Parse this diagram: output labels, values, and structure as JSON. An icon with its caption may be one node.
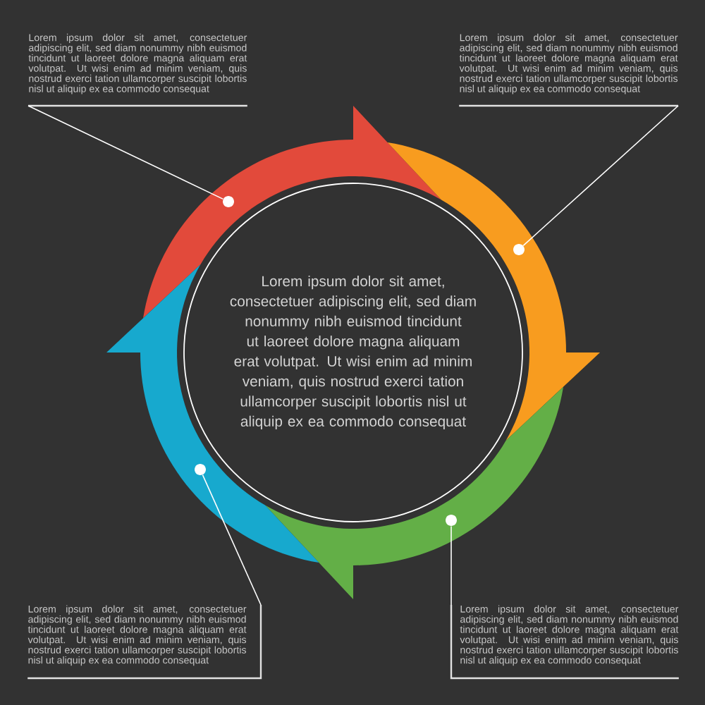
{
  "diagram": {
    "nodes": [
      {
        "text": [
          "Lorem ipsum dolor sit amet, consectetuer adipiscing elit, sed diam nonummy nibh euismod tincidunt ut laoreet dolore magna aliquam erat volutpat. Ut wisi enim ad minim veniam, quis nostrud exerci tation ullamcorper suscipit lobortis nisl ut aliquip ex ea commodo consequat"
        ]
      },
      {
        "text": [
          "Lorem ipsum dolor sit amet, consectetuer adipiscing elit, sed diam nonummy nibh euismod tincidunt ut laoreet dolore magna aliquam erat volutpat. Ut wisi enim ad minim veniam, quis nostrud exerci tation ullamcorper suscipit lobortis nisl ut aliquip ex ea commodo consequat"
        ]
      },
      {
        "text": [
          "Lorem ipsum dolor sit amet, consectetuer adipiscing elit, sed diam nonummy nibh euismod tincidunt ut laoreet dolore magna aliquam erat volutpat. Ut wisi enim ad minim veniam, quis nostrud exerci tation ullamcorper suscipit lobortis nisl ut aliquip ex ea commodo consequat"
        ]
      },
      {
        "text": [
          "Lorem ipsum dolor sit amet, consectetuer adipiscing elit, sed diam nonummy nibh euismod tincidunt ut laoreet dolore magna aliquam erat volutpat. Ut wisi enim ad minim veniam, quis nostrud exerci tation ullamcorper suscipit lobortis nisl ut aliquip ex ea commodo consequat"
        ]
      },
      {
        "text": [
          "Lorem ipsum dolor sit amet, consectetuer adipiscing elit, sed diam nonummy nibh euismod tincidunt ut laoreet dolore magna aliquam erat volutpat. Ut wisi enim ad minim veniam, quis nostrud exerci tation ullamcorper suscipit lobortis nisl ut aliquip ex ea commodo consequat"
        ]
      },
      {
        "text": [],
        "shape": "circle"
      },
      {
        "text": [],
        "shape": "circle"
      },
      {
        "text": [],
        "shape": "circle"
      },
      {
        "text": [],
        "shape": "circle"
      }
    ],
    "edges": [
      {
        "from": 0,
        "to": 5,
        "arrow": "none"
      },
      {
        "from": 1,
        "to": 6,
        "arrow": "none"
      },
      {
        "from": 3,
        "to": 7,
        "arrow": "none"
      },
      {
        "from": 4,
        "to": 8,
        "arrow": "none"
      }
    ]
  }
}
